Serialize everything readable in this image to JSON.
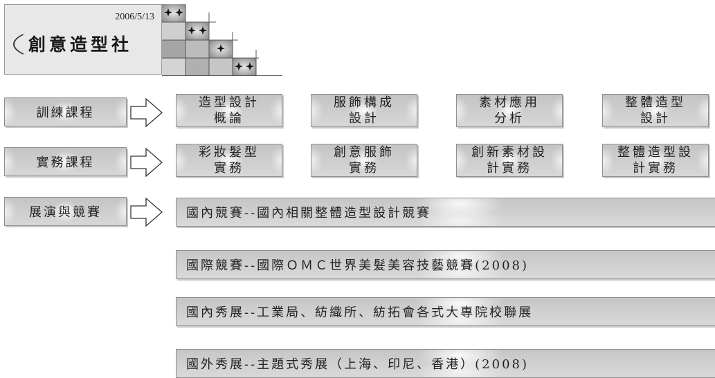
{
  "header": {
    "date": "2006/5/13",
    "title": "創意造型社"
  },
  "rows": [
    {
      "category": "訓練課程",
      "courses": [
        {
          "line1": "造型設計",
          "line2": "概論"
        },
        {
          "line1": "服飾構成",
          "line2": "設計"
        },
        {
          "line1": "素材應用",
          "line2": "分析"
        },
        {
          "line1": "整體造型",
          "line2": "設計"
        }
      ]
    },
    {
      "category": "實務課程",
      "courses": [
        {
          "line1": "彩妝髮型",
          "line2": "實務"
        },
        {
          "line1": "創意服飾",
          "line2": "實務"
        },
        {
          "line1": "創新素材設",
          "line2": "計實務"
        },
        {
          "line1": "整體造型設",
          "line2": "計實務"
        }
      ]
    }
  ],
  "events": {
    "category": "展演與競賽",
    "items": [
      "國內競賽--國內相關整體造型設計競賽",
      "國際競賽--國際ＯＭＣ世界美髮美容技藝競賽(2008)",
      "國內秀展--工業局、紡織所、紡拓會各式大專院校聯展",
      "國外秀展--主題式秀展（上海、印尼、香港）(2008)"
    ]
  },
  "colors": {
    "box_fill": "#cccccc",
    "box_border": "#8f8f8f",
    "grid_dark": "#9a9a9a",
    "grid_light": "#dddddd"
  },
  "icons": [
    "hollow-right-arrow-icon",
    "sparkle-star-icon"
  ]
}
